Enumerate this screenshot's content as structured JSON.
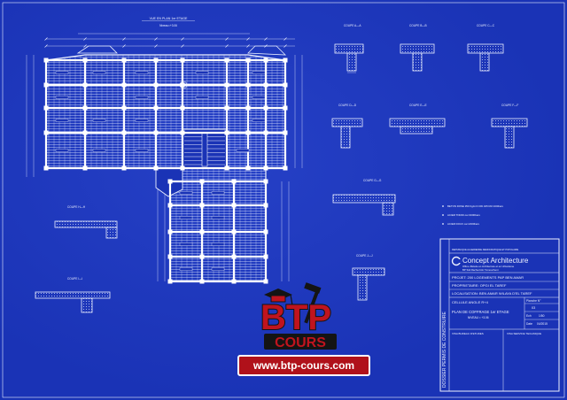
{
  "plan": {
    "title": "VUE EN PLAN 1er ETAGE",
    "subtitle": "Niveau=+3.06"
  },
  "sections": {
    "aa": "COUPE A—A",
    "bb": "COUPE B—B",
    "cc": "COUPE C—C",
    "dd": "COUPE D—D",
    "ee": "COUPE E—E",
    "ff": "COUPE F—F",
    "gg": "COUPE G—G",
    "hh": "COUPE H—H",
    "ii": "COUPE I—I",
    "jj": "COUPE J—J"
  },
  "materials": [
    "BETON DOSE 350 Kg/m3 CPA 325 Rfc=200bars",
    "ACIER TOR40   σe=4000bars",
    "ACIER DOUX   σe=2400bars"
  ],
  "title_block": {
    "republic": "REPUBLIQUE ALGERIENNE DEMOCRATIQUE ET POPULAIRE",
    "firm": "Concept Architecture",
    "firm_sub1": "Office d'Etude en Architecture et en Urbanisme",
    "firm_sub2": "BP Sidi Rached Ain Témouchent",
    "project_label": "PROJET: 200 LOGEMENTS PAP BEN AMAR",
    "owner_label": "PROPRIETAIRE: OPGI EL TAREF",
    "location_label": "LOCALISATION: BEN AMAR WILAYA D'EL TAREF",
    "cellule": "CELLULE ANGLE R+4",
    "sheet_title": "PLAN DE COFFRAGE 1er ETAGE",
    "sheet_level": "NIVEAU = +3.06",
    "planche_label": "Planche N°",
    "planche_value": "03",
    "ech_label": "Ech",
    "ech_value": "1/50",
    "date_label": "Date",
    "date_value": "04/2015",
    "stamp_left": "VISA BUREAU D'ETUDES",
    "stamp_right": "VISA SERVICE TECHNIQUE",
    "vertical": "DOSSIER PERMIS DE CONSTRUIRE"
  },
  "logo": {
    "letters": "BTP",
    "word": "COURS",
    "url": "www.btp-cours.com"
  },
  "colors": {
    "paper": "#1a33b6",
    "line": "#eef2ff",
    "logo_red": "#c0141e",
    "logo_black": "#141414"
  }
}
